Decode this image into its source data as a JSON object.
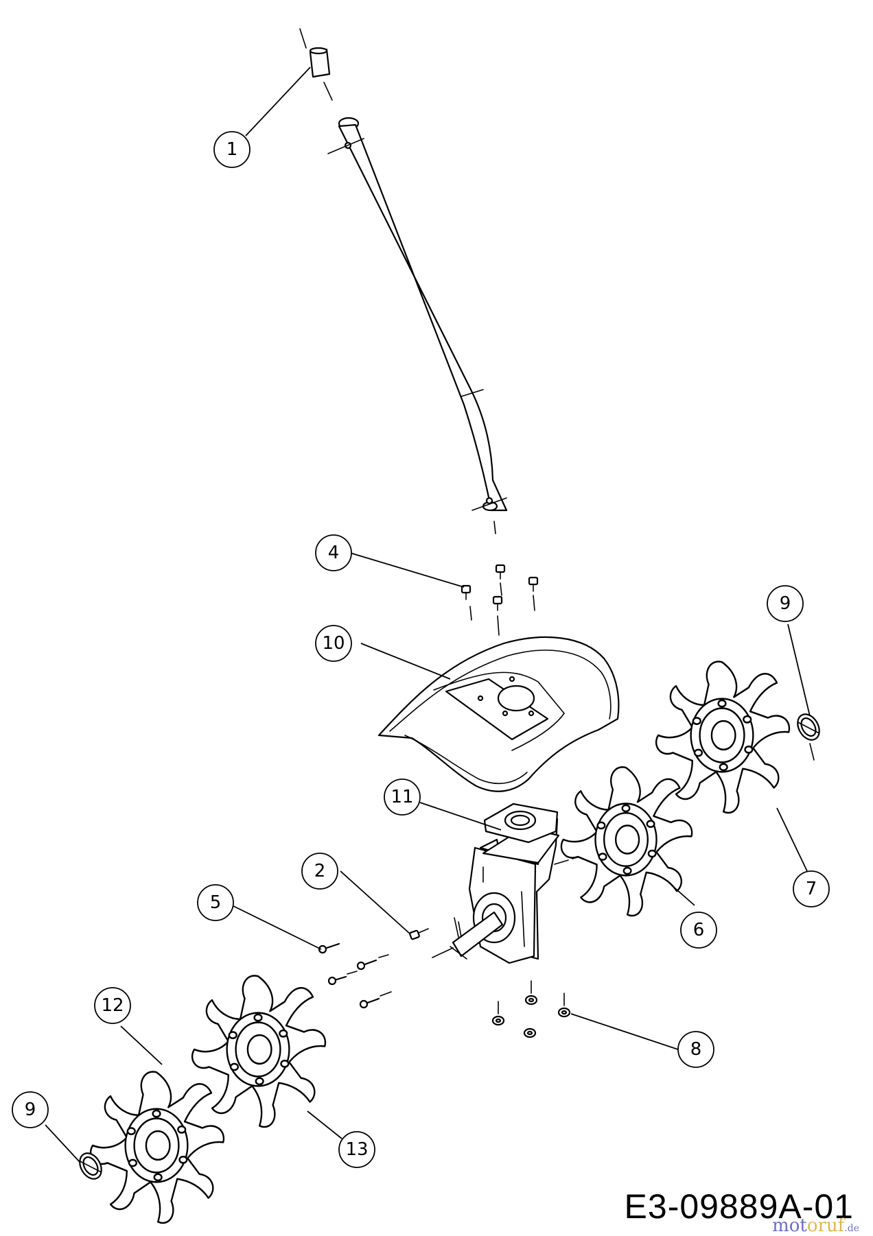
{
  "diagram": {
    "drawing_code": "E3-09889A-01",
    "watermark": {
      "part_a": "mot",
      "part_b": "oruf",
      "part_c": ".de"
    },
    "callouts": [
      {
        "id": "callout-1",
        "label": "1"
      },
      {
        "id": "callout-4",
        "label": "4"
      },
      {
        "id": "callout-10",
        "label": "10"
      },
      {
        "id": "callout-9-right",
        "label": "9"
      },
      {
        "id": "callout-11",
        "label": "11"
      },
      {
        "id": "callout-2",
        "label": "2"
      },
      {
        "id": "callout-5",
        "label": "5"
      },
      {
        "id": "callout-7",
        "label": "7"
      },
      {
        "id": "callout-6",
        "label": "6"
      },
      {
        "id": "callout-12",
        "label": "12"
      },
      {
        "id": "callout-8",
        "label": "8"
      },
      {
        "id": "callout-9-left",
        "label": "9"
      },
      {
        "id": "callout-13",
        "label": "13"
      }
    ]
  }
}
